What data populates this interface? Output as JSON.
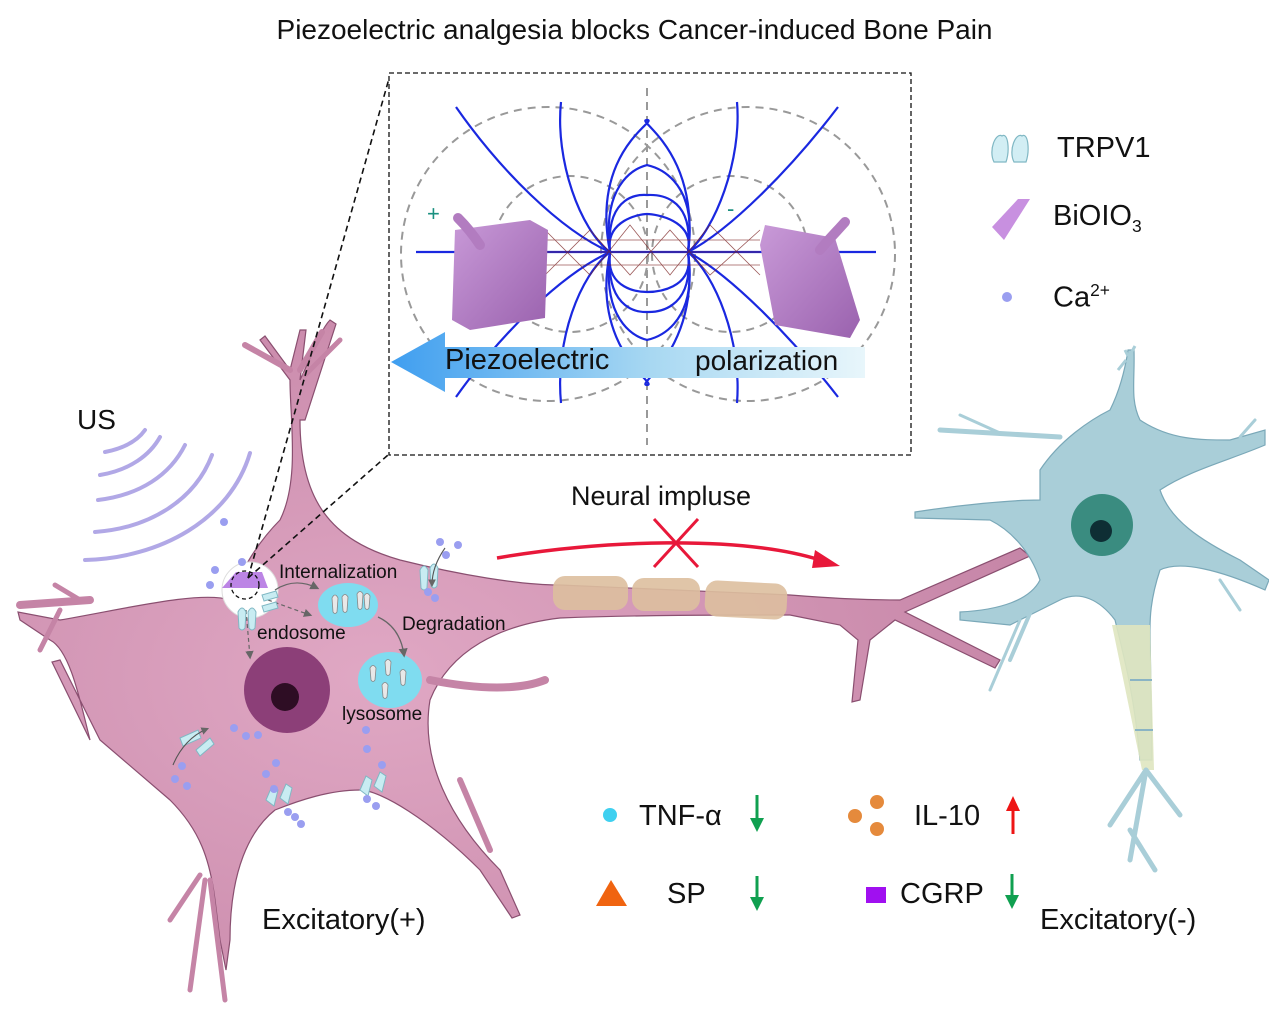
{
  "title": "Piezoelectric analgesia blocks Cancer-induced Bone Pain",
  "legend_top": {
    "items": [
      {
        "icon": "trpv1-channel-icon",
        "label": "TRPV1",
        "color": "#bfe6ee"
      },
      {
        "icon": "biolo3-crystal-icon",
        "label_main": "BiOIO",
        "label_sub": "3",
        "color": "#c890e0"
      },
      {
        "icon": "calcium-dot-icon",
        "label_main": "Ca",
        "label_sup": "2+",
        "color": "#9a9ef0"
      }
    ]
  },
  "inset": {
    "plus_sign": "+",
    "minus_sign": "-",
    "arrow_label_left": "Piezoelectric",
    "arrow_label_right": "polarization",
    "arrow_color": "#4aa8ee",
    "field_line_color": "#1a28e0",
    "crystal_color": "#b27cc0"
  },
  "labels": {
    "us": "US",
    "internalization": "Internalization",
    "endosome": "endosome",
    "degradation": "Degradation",
    "lysosome": "lysosome",
    "neural_impulse": "Neural impluse",
    "excitatory_plus": "Excitatory(+)",
    "excitatory_minus": "Excitatory(-)"
  },
  "markers": [
    {
      "icon": "tnf-alpha-dot-icon",
      "label": "TNF-α",
      "trend": "down",
      "color": "#3fd0f0"
    },
    {
      "icon": "il10-dots-icon",
      "label": "IL-10",
      "trend": "up",
      "color": "#e58a3c"
    },
    {
      "icon": "sp-triangle-icon",
      "label": "SP",
      "trend": "down",
      "color": "#f06410"
    },
    {
      "icon": "cgrp-square-icon",
      "label": "CGRP",
      "trend": "down",
      "color": "#a010f0"
    }
  ],
  "colors": {
    "neuron_excited": "#cc8aab",
    "neuron_inhibited": "#a9ced8",
    "nucleus_excited": "#8c3f78",
    "nucleus_inhibited": "#3a8c80",
    "myelin_excited": "#ddbf9f",
    "myelin_inhibited": "#dfe6c0",
    "impulse_arrow": "#e8183a",
    "trend_down": "#10a050",
    "trend_up": "#ee1515"
  }
}
